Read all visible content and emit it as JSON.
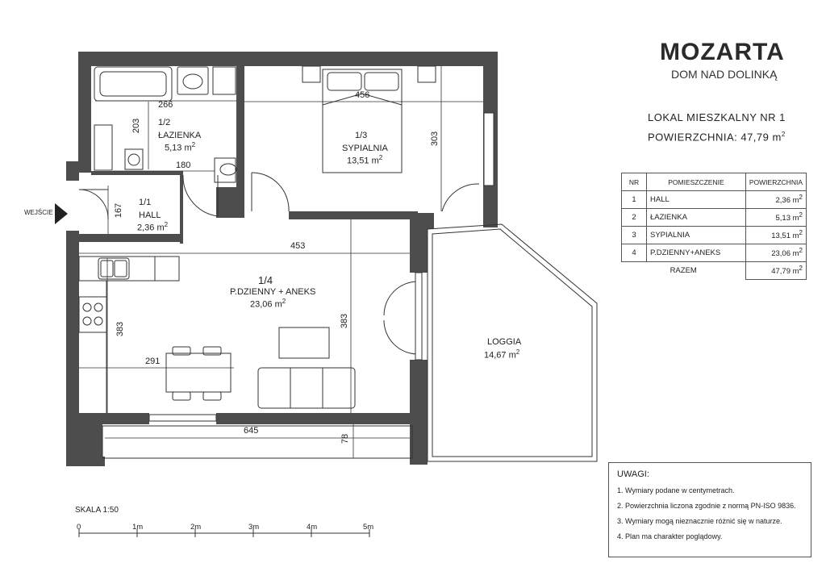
{
  "brand": {
    "title": "MOZARTA",
    "subtitle": "DOM NAD DOLINKĄ"
  },
  "unit": {
    "title": "LOKAL MIESZKALNY NR 1",
    "area": "POWIERZCHNIA: 47,79 m",
    "area_sup": "2"
  },
  "table": {
    "headers": [
      "NR",
      "POMIESZCZENIE",
      "POWIERZCHNIA"
    ],
    "rows": [
      {
        "nr": "1",
        "name": "HALL",
        "area": "2,36 m",
        "sup": "2"
      },
      {
        "nr": "2",
        "name": "ŁAZIENKA",
        "area": "5,13 m",
        "sup": "2"
      },
      {
        "nr": "3",
        "name": "SYPIALNIA",
        "area": "13,51 m",
        "sup": "2"
      },
      {
        "nr": "4",
        "name": "P.DZIENNY+ANEKS",
        "area": "23,06 m",
        "sup": "2"
      }
    ],
    "total_label": "RAZEM",
    "total_area": "47,79 m",
    "total_sup": "2"
  },
  "notes": {
    "title": "UWAGI:",
    "items": [
      "1.  Wymiary podane w centymetrach.",
      "2.  Powierzchnia liczona zgodnie z normą PN-ISO 9836.",
      "3.  Wymiary mogą nieznacznie różnić się w naturze.",
      "4.  Plan ma charakter poglądowy."
    ]
  },
  "rooms": {
    "bath": {
      "num": "1/2",
      "name": "ŁAZIENKA",
      "area": "5,13 m",
      "sup": "2"
    },
    "hall": {
      "num": "1/1",
      "name": "HALL",
      "area": "2,36 m",
      "sup": "2"
    },
    "bed": {
      "num": "1/3",
      "name": "SYPIALNIA",
      "area": "13,51 m",
      "sup": "2"
    },
    "living": {
      "num": "1/4",
      "name": "P.DZIENNY + ANEKS",
      "area": "23,06 m",
      "sup": "2"
    },
    "loggia": {
      "name": "LOGGIA",
      "area": "14,67 m",
      "sup": "2"
    }
  },
  "entrance": "WEJŚCIE",
  "dimensions": {
    "bath_width": "266",
    "bath_depth": "203",
    "bath_lower": "180",
    "hall_depth": "167",
    "bed_width": "456",
    "bed_depth": "303",
    "living_width": "453",
    "living_depth_left": "383",
    "living_depth_right": "383",
    "dining_width": "291",
    "balcony_width": "645",
    "balcony_depth": "78"
  },
  "scale": {
    "title": "SKALA 1:50",
    "ticks": [
      "0",
      "1m",
      "2m",
      "3m",
      "4m",
      "5m"
    ]
  },
  "colors": {
    "wall": "#4d4d4d",
    "line": "#333333",
    "bg": "#ffffff"
  }
}
